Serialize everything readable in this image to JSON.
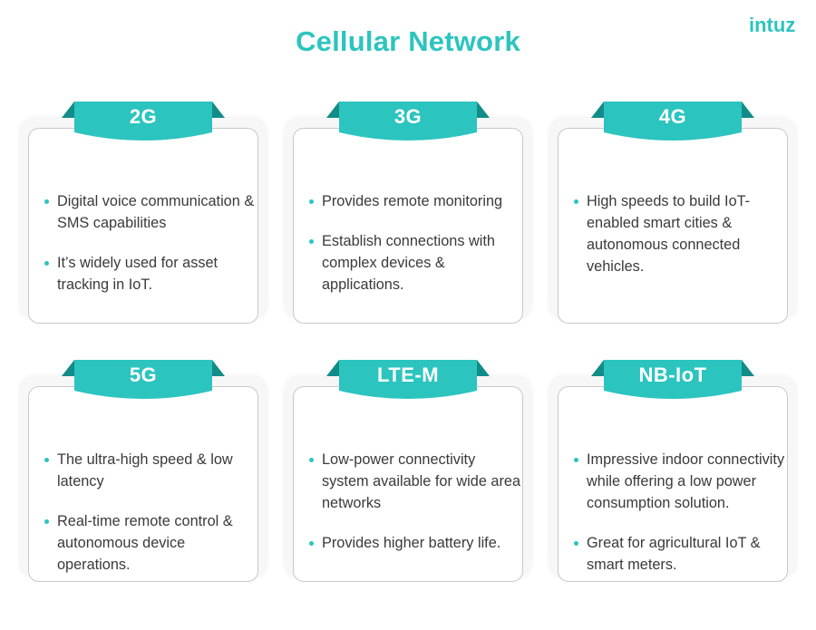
{
  "title": "Cellular Network",
  "logo_text": "intuz",
  "colors": {
    "accent": "#2cc4bf",
    "accent_dark": "#128c88",
    "text": "#3a3a3a"
  },
  "cards": [
    {
      "label": "2G",
      "points": [
        "Digital voice communication & SMS capabilities",
        "It’s widely used for asset tracking in IoT."
      ]
    },
    {
      "label": "3G",
      "points": [
        "Provides remote monitoring",
        "Establish connections with complex devices & applications."
      ]
    },
    {
      "label": "4G",
      "points": [
        "High speeds to build IoT-enabled smart cities & autonomous connected vehicles."
      ]
    },
    {
      "label": "5G",
      "points": [
        "The ultra-high speed & low latency",
        "Real-time remote control & autonomous device operations."
      ]
    },
    {
      "label": "LTE-M",
      "points": [
        "Low-power connectivity system available for wide area networks",
        "Provides higher battery life."
      ]
    },
    {
      "label": "NB-IoT",
      "points": [
        "Impressive indoor connectivity while offering a low power consumption solution.",
        "Great for agricultural IoT & smart meters."
      ]
    }
  ]
}
